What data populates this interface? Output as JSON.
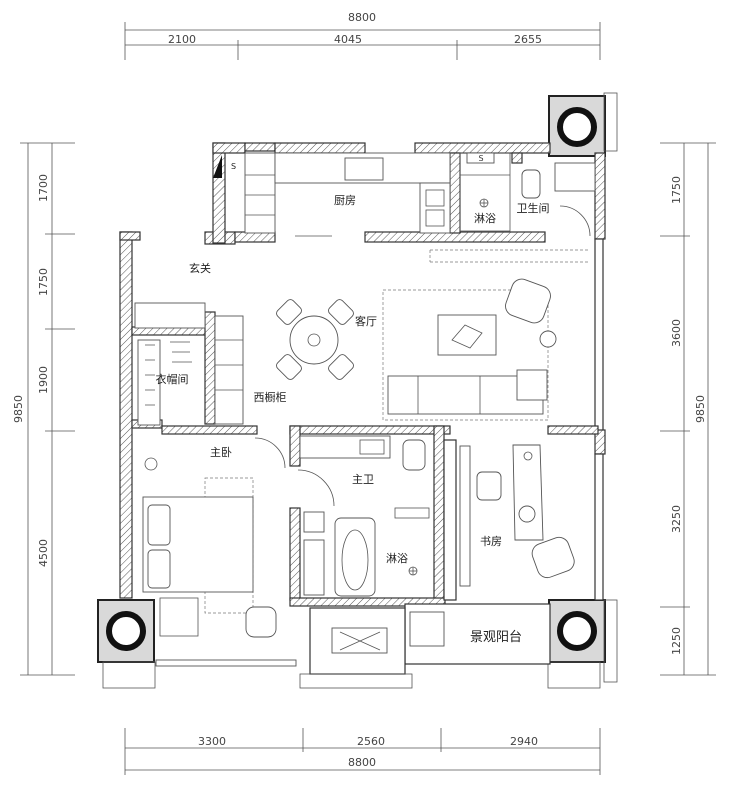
{
  "dimensions": {
    "top_total": "8800",
    "top_segments": [
      "2100",
      "4045",
      "2655"
    ],
    "bottom_total": "8800",
    "bottom_segments": [
      "3300",
      "2560",
      "2940"
    ],
    "left_total": "9850",
    "left_segments": [
      "1700",
      "1750",
      "1900",
      "4500"
    ],
    "right_total": "9850",
    "right_segments": [
      "1750",
      "3600",
      "3250",
      "1250"
    ]
  },
  "rooms": {
    "kitchen": "厨房",
    "bathroom": "卫生间",
    "shower_small": "淋浴",
    "entrance": "玄关",
    "living": "客厅",
    "cloakroom": "衣帽间",
    "western_cabinet": "西橱柜",
    "master_bedroom": "主卧",
    "master_bath": "主卫",
    "shower_master": "淋浴",
    "study": "书房",
    "balcony": "景观阳台"
  },
  "markers": {
    "s_left": "S",
    "s_right": "S"
  }
}
